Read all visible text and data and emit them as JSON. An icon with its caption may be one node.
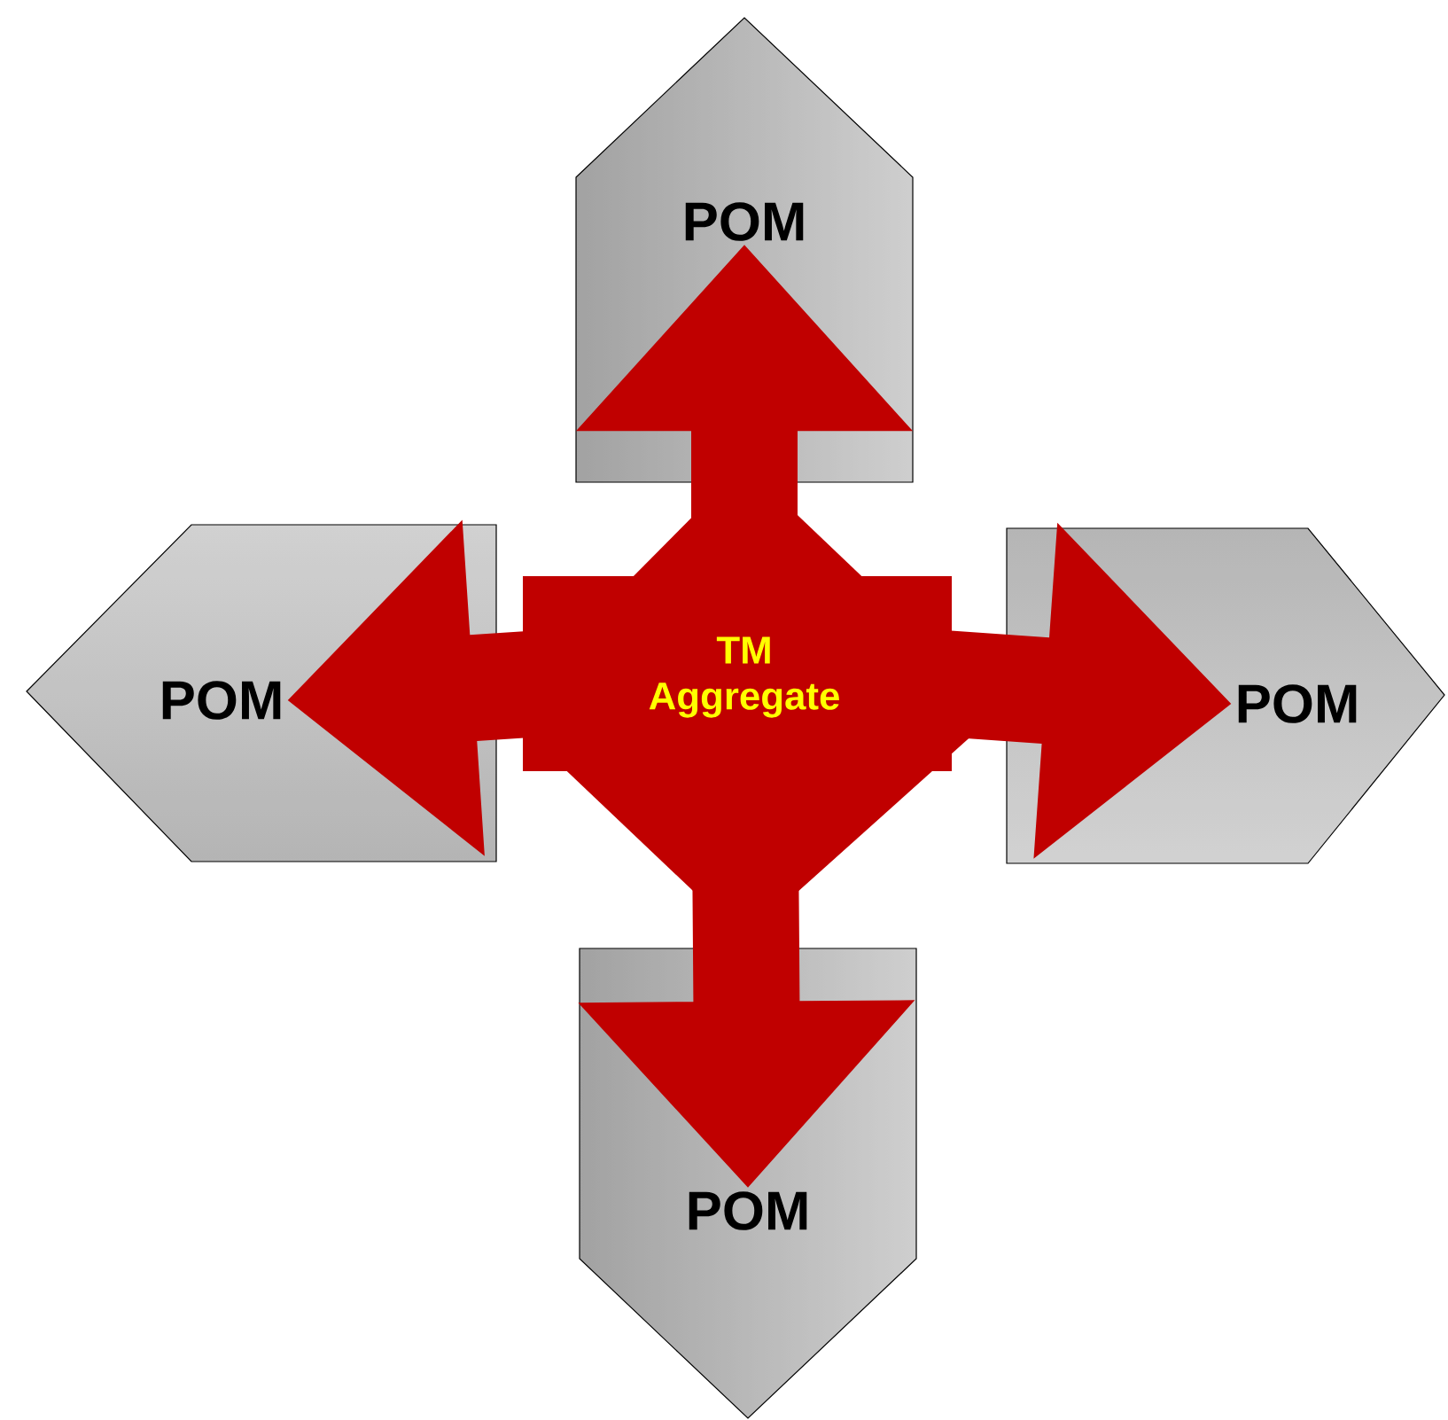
{
  "diagram": {
    "nodes": [
      {
        "text": [
          "POM"
        ]
      },
      {
        "text": [
          "POM"
        ]
      },
      {
        "text": [
          "TM Aggregate"
        ]
      },
      {
        "text": [
          "POM"
        ]
      },
      {
        "text": [
          "POM"
        ]
      }
    ],
    "edges": [
      {
        "from": 2,
        "to": 0,
        "arrow": "to"
      },
      {
        "from": 2,
        "to": 1,
        "arrow": "to"
      },
      {
        "from": 2,
        "to": 3,
        "arrow": "to"
      },
      {
        "from": 2,
        "to": 4,
        "arrow": "to"
      }
    ]
  }
}
